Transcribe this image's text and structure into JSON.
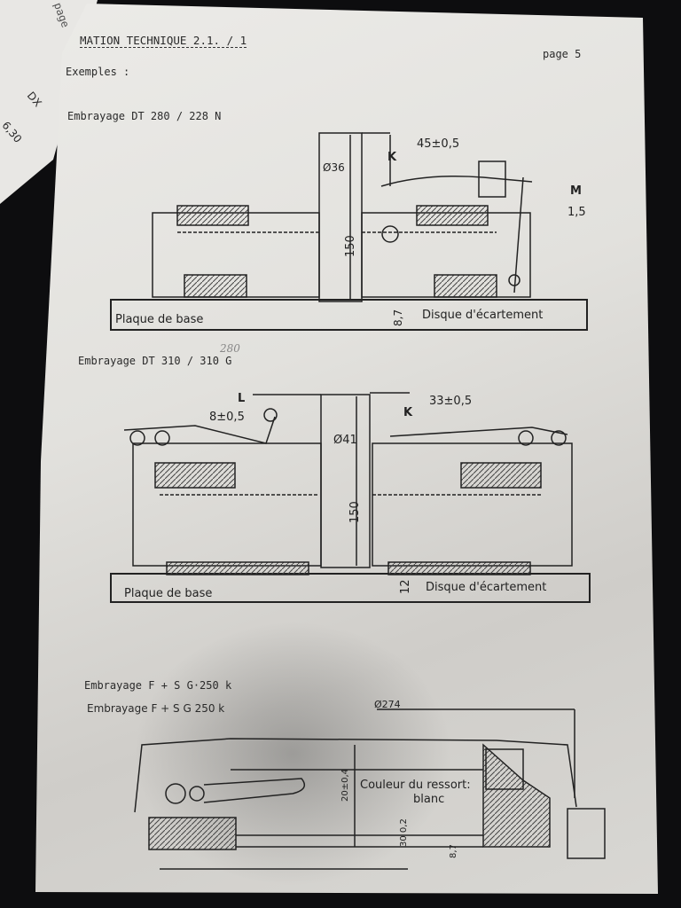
{
  "corner_sheet": {
    "word": "page",
    "code": "DX",
    "value": "6,30"
  },
  "header": {
    "title": "MATION TECHNIQUE 2.1. / 1",
    "page": "page 5",
    "intro": "Exemples :"
  },
  "figure1": {
    "title": "Embrayage DT 280 / 228 N",
    "diameter": "Ø36",
    "height": "150",
    "k_label": "K",
    "k_value": "45±0,5",
    "m_label": "M",
    "m_value": "1,5",
    "base_plate": "Plaque de base",
    "spacer_thickness": "8,7",
    "spacer": "Disque d'écartement"
  },
  "figure2": {
    "title": "Embrayage DT 310 / 310 G",
    "handwritten_note": "280",
    "l_label": "L",
    "l_value": "8±0,5",
    "k_label": "K",
    "k_value": "33±0,5",
    "diameter": "Ø41",
    "height": "150",
    "base_plate": "Plaque de base",
    "spacer_thickness": "12",
    "spacer": "Disque d'écartement"
  },
  "figure3": {
    "title_typed": "Embrayage F + S G·250 k",
    "title_drawn": "Embrayage F + S G 250 k",
    "diameter": "Ø274",
    "height": "20±0,4",
    "spring_color_label": "Couleur du ressort:",
    "spring_color": "blanc",
    "thickness": "30 0,2",
    "spacer_thickness": "8,7"
  }
}
